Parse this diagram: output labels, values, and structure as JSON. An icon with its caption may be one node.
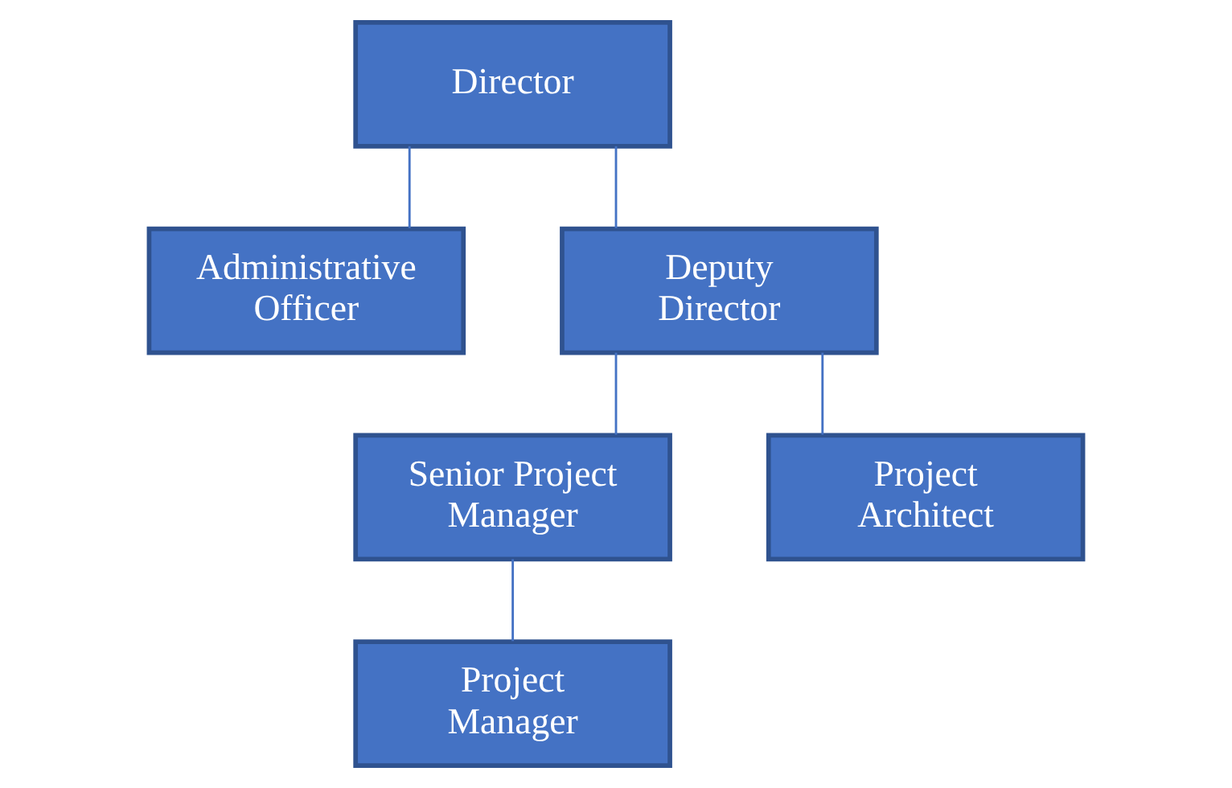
{
  "diagram": {
    "nodes": [
      {
        "text": [
          "Director"
        ]
      },
      {
        "text": [
          "Administrative Officer"
        ]
      },
      {
        "text": [
          "Deputy Director"
        ]
      },
      {
        "text": [
          "Senior Project Manager"
        ]
      },
      {
        "text": [
          "Project Architect"
        ]
      },
      {
        "text": [
          "Project Manager"
        ]
      }
    ],
    "edges": [
      {
        "from": 0,
        "to": 2,
        "arrow": "none"
      },
      {
        "from": 0,
        "to": 1,
        "arrow": "none"
      },
      {
        "from": 2,
        "to": 3,
        "arrow": "none"
      },
      {
        "from": 2,
        "to": 4,
        "arrow": "none"
      },
      {
        "from": 3,
        "to": 5,
        "arrow": "none"
      }
    ]
  }
}
